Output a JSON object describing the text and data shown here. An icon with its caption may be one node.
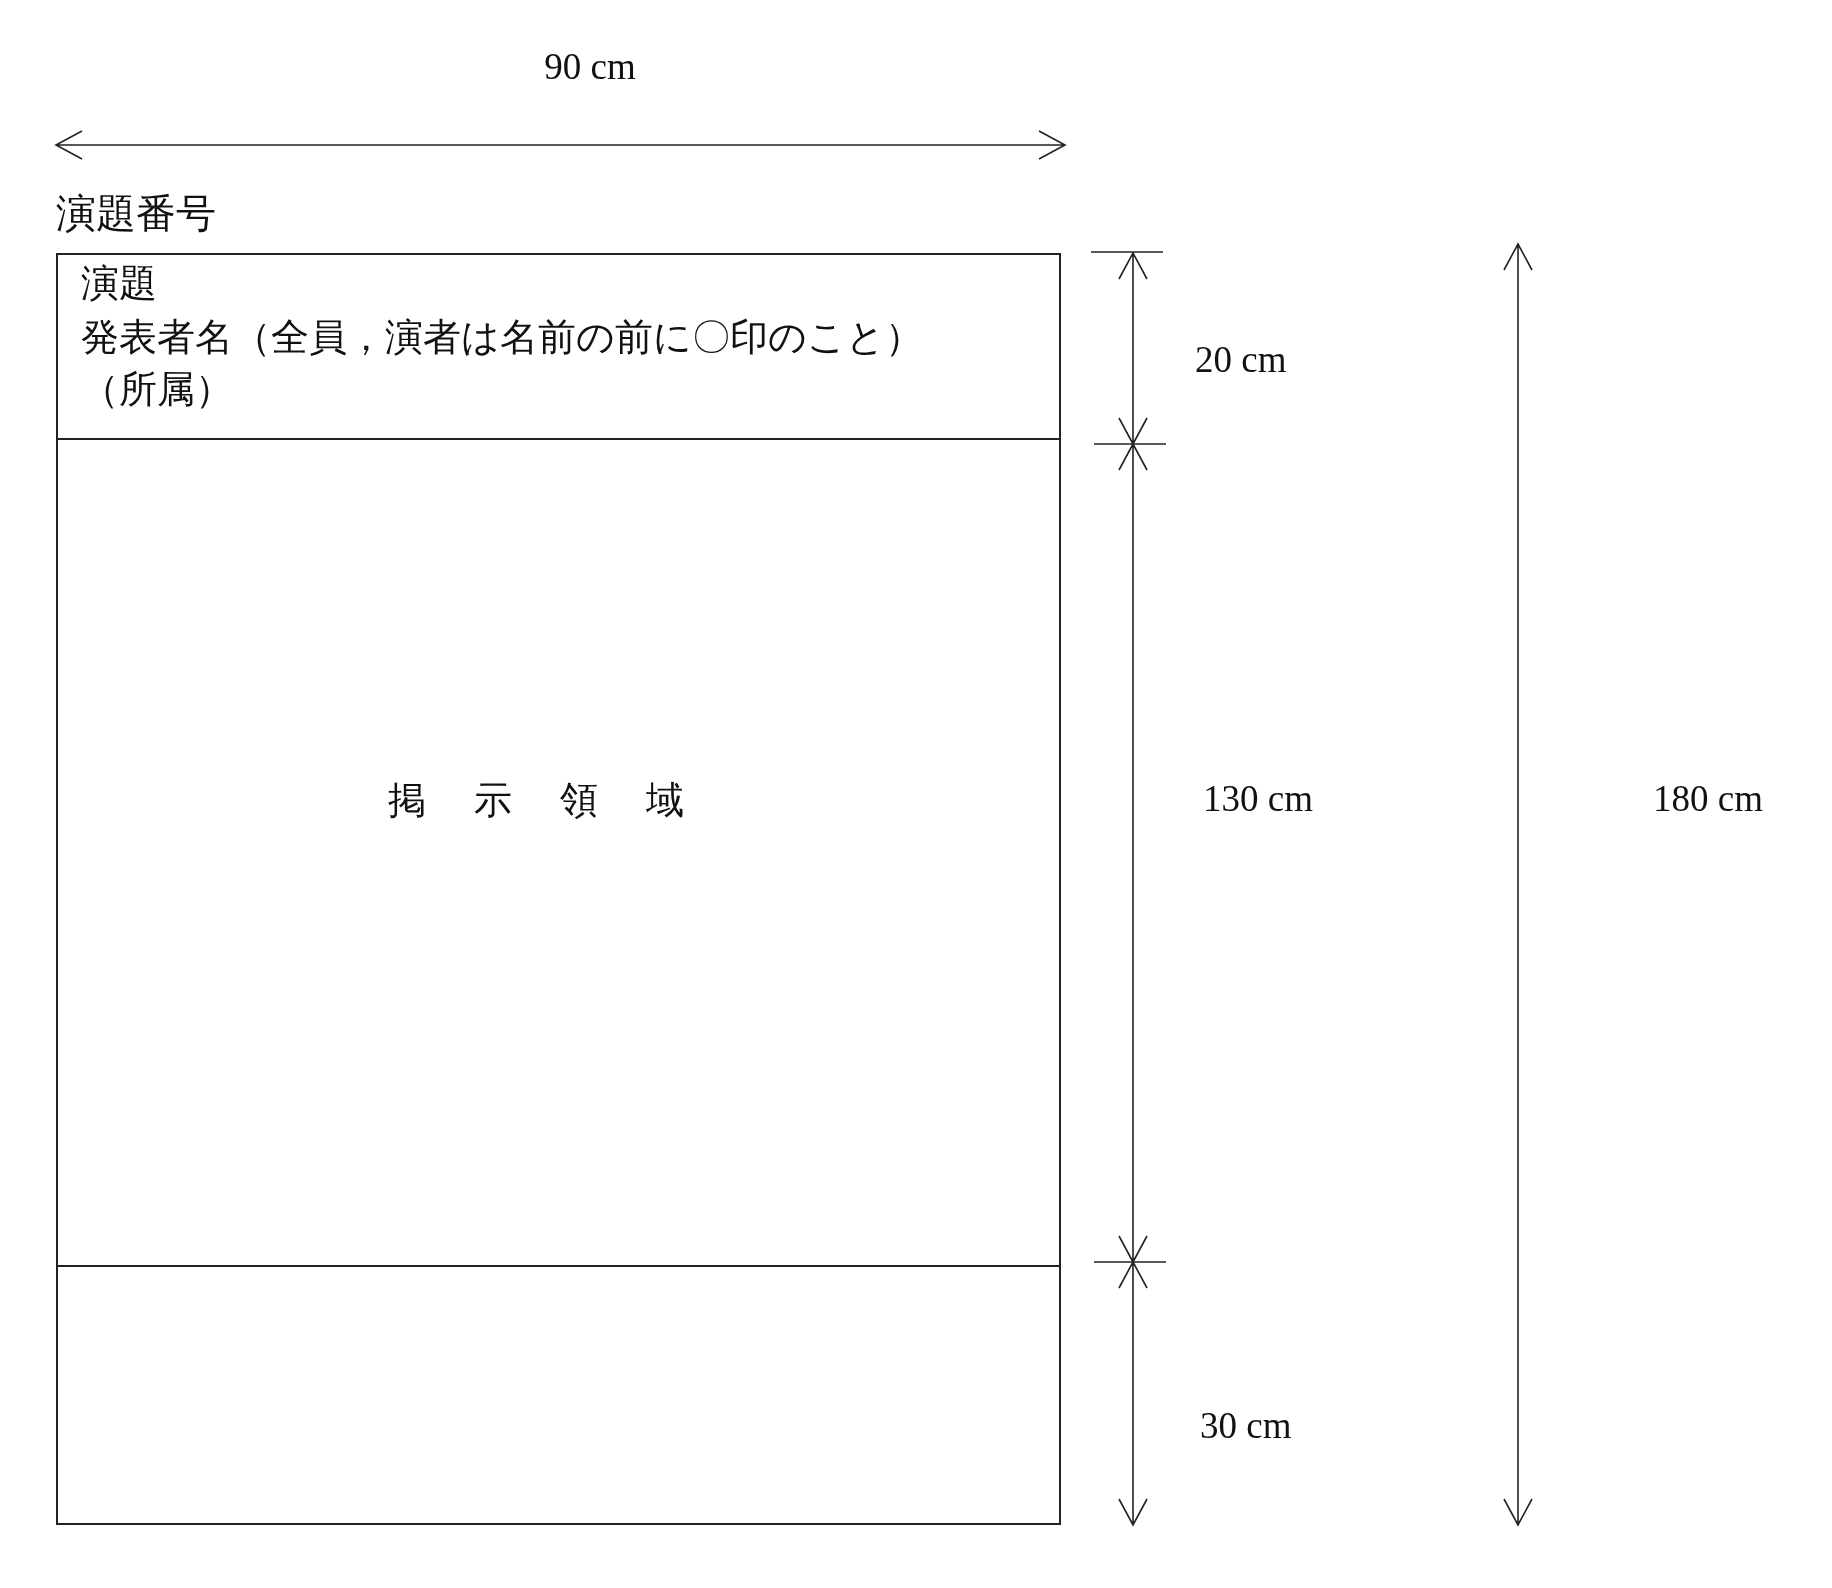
{
  "diagram": {
    "nodes": [
      {
        "text": [
          "演題",
          "発表者名（全員，演者は名前の前に〇印のこと）",
          "（所属）"
        ]
      },
      {
        "text": [
          "掲示領域"
        ]
      },
      {
        "text": [],
        "shape": "box"
      }
    ],
    "labels": [
      "90 cm",
      "演題番号",
      "20 cm",
      "130 cm",
      "180 cm",
      "30 cm"
    ]
  }
}
